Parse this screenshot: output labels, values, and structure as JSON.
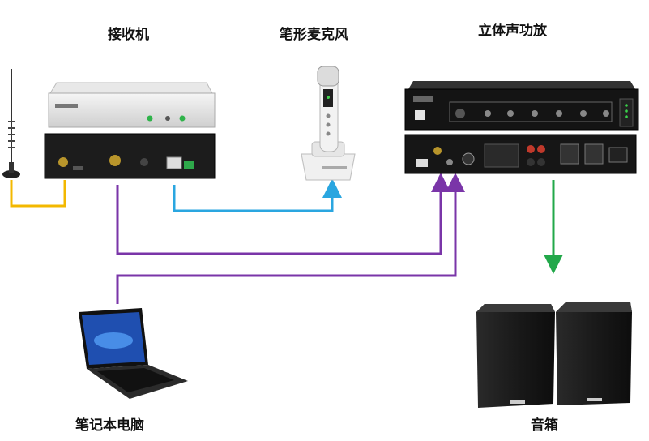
{
  "labels": {
    "receiver": "接收机",
    "microphone": "笔形麦克风",
    "amplifier": "立体声功放",
    "laptop": "笔记本电脑",
    "speakers": "音箱"
  },
  "colors": {
    "antenna_link": "#f3b800",
    "mic_link": "#2aa6e0",
    "audio_link": "#7a35a8",
    "speaker_link": "#22a84a"
  },
  "icons": {
    "antenna": "antenna-icon",
    "receiver": "receiver-device-icon",
    "microphone": "pen-microphone-icon",
    "amplifier": "amplifier-device-icon",
    "laptop": "laptop-icon",
    "speakers": "speaker-icon"
  }
}
